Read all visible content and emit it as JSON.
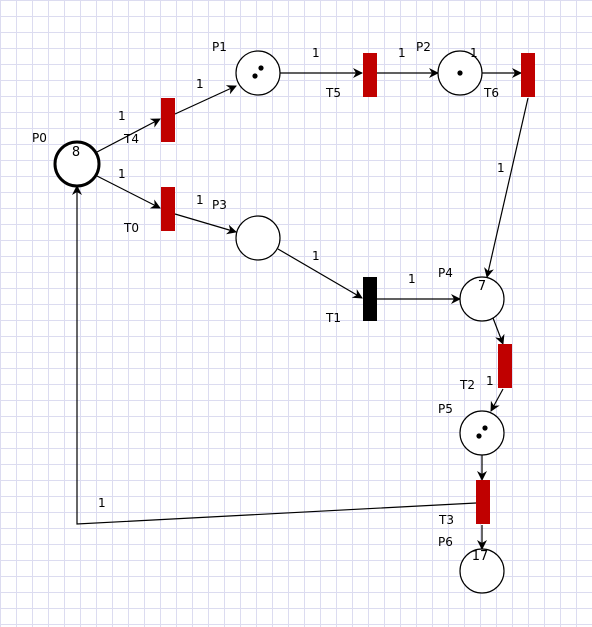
{
  "colors": {
    "enabled_transition": "#c00000",
    "disabled_transition": "#000000",
    "place_fill": "#ffffff",
    "stroke": "#000000"
  },
  "places": [
    {
      "id": "P0",
      "label": "P0",
      "tokens_text": "8",
      "dots": 0,
      "selected": true
    },
    {
      "id": "P1",
      "label": "P1",
      "tokens_text": "",
      "dots": 2,
      "selected": false
    },
    {
      "id": "P2",
      "label": "P2",
      "tokens_text": "",
      "dots": 1,
      "selected": false
    },
    {
      "id": "P3",
      "label": "P3",
      "tokens_text": "",
      "dots": 0,
      "selected": false
    },
    {
      "id": "P4",
      "label": "P4",
      "tokens_text": "7",
      "dots": 0,
      "selected": false
    },
    {
      "id": "P5",
      "label": "P5",
      "tokens_text": "",
      "dots": 2,
      "selected": false
    },
    {
      "id": "P6",
      "label": "P6",
      "tokens_text": "17",
      "dots": 0,
      "selected": false
    }
  ],
  "transitions": [
    {
      "id": "T0",
      "label": "T0",
      "enabled": true
    },
    {
      "id": "T1",
      "label": "T1",
      "enabled": false
    },
    {
      "id": "T2",
      "label": "T2",
      "enabled": true
    },
    {
      "id": "T3",
      "label": "T3",
      "enabled": true
    },
    {
      "id": "T4",
      "label": "T4",
      "enabled": true
    },
    {
      "id": "T5",
      "label": "T5",
      "enabled": true
    },
    {
      "id": "T6",
      "label": "T6",
      "enabled": true
    }
  ],
  "arcs": [
    {
      "from": "P0",
      "to": "T4",
      "weight": "1"
    },
    {
      "from": "T4",
      "to": "P1",
      "weight": "1"
    },
    {
      "from": "P1",
      "to": "T5",
      "weight": "1"
    },
    {
      "from": "T5",
      "to": "P2",
      "weight": "1"
    },
    {
      "from": "P2",
      "to": "T6",
      "weight": "1"
    },
    {
      "from": "T6",
      "to": "P4",
      "weight": "1"
    },
    {
      "from": "P0",
      "to": "T0",
      "weight": "1"
    },
    {
      "from": "T0",
      "to": "P3",
      "weight": "1"
    },
    {
      "from": "P3",
      "to": "T1",
      "weight": "1"
    },
    {
      "from": "T1",
      "to": "P4",
      "weight": "1"
    },
    {
      "from": "P4",
      "to": "T2",
      "weight": ""
    },
    {
      "from": "T2",
      "to": "P5",
      "weight": "1"
    },
    {
      "from": "P5",
      "to": "T3",
      "weight": ""
    },
    {
      "from": "T3",
      "to": "P6",
      "weight": ""
    },
    {
      "from": "T3",
      "to": "P0",
      "weight": "1"
    }
  ]
}
